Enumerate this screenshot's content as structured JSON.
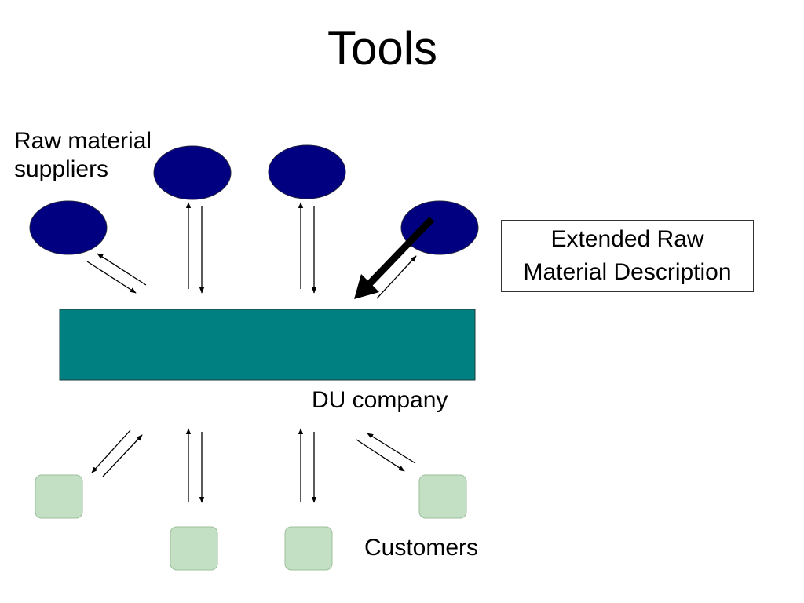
{
  "title": "Tools",
  "labels": {
    "suppliers_line1": "Raw material",
    "suppliers_line2": "suppliers",
    "company": "DU company",
    "customers": "Customers",
    "extended_line1": "Extended Raw",
    "extended_line2": "Material Description"
  },
  "colors": {
    "supplier_fill": "#000080",
    "company_fill": "#008080",
    "customer_fill": "#C4E0C4",
    "customer_border": "#9CBF9C"
  }
}
